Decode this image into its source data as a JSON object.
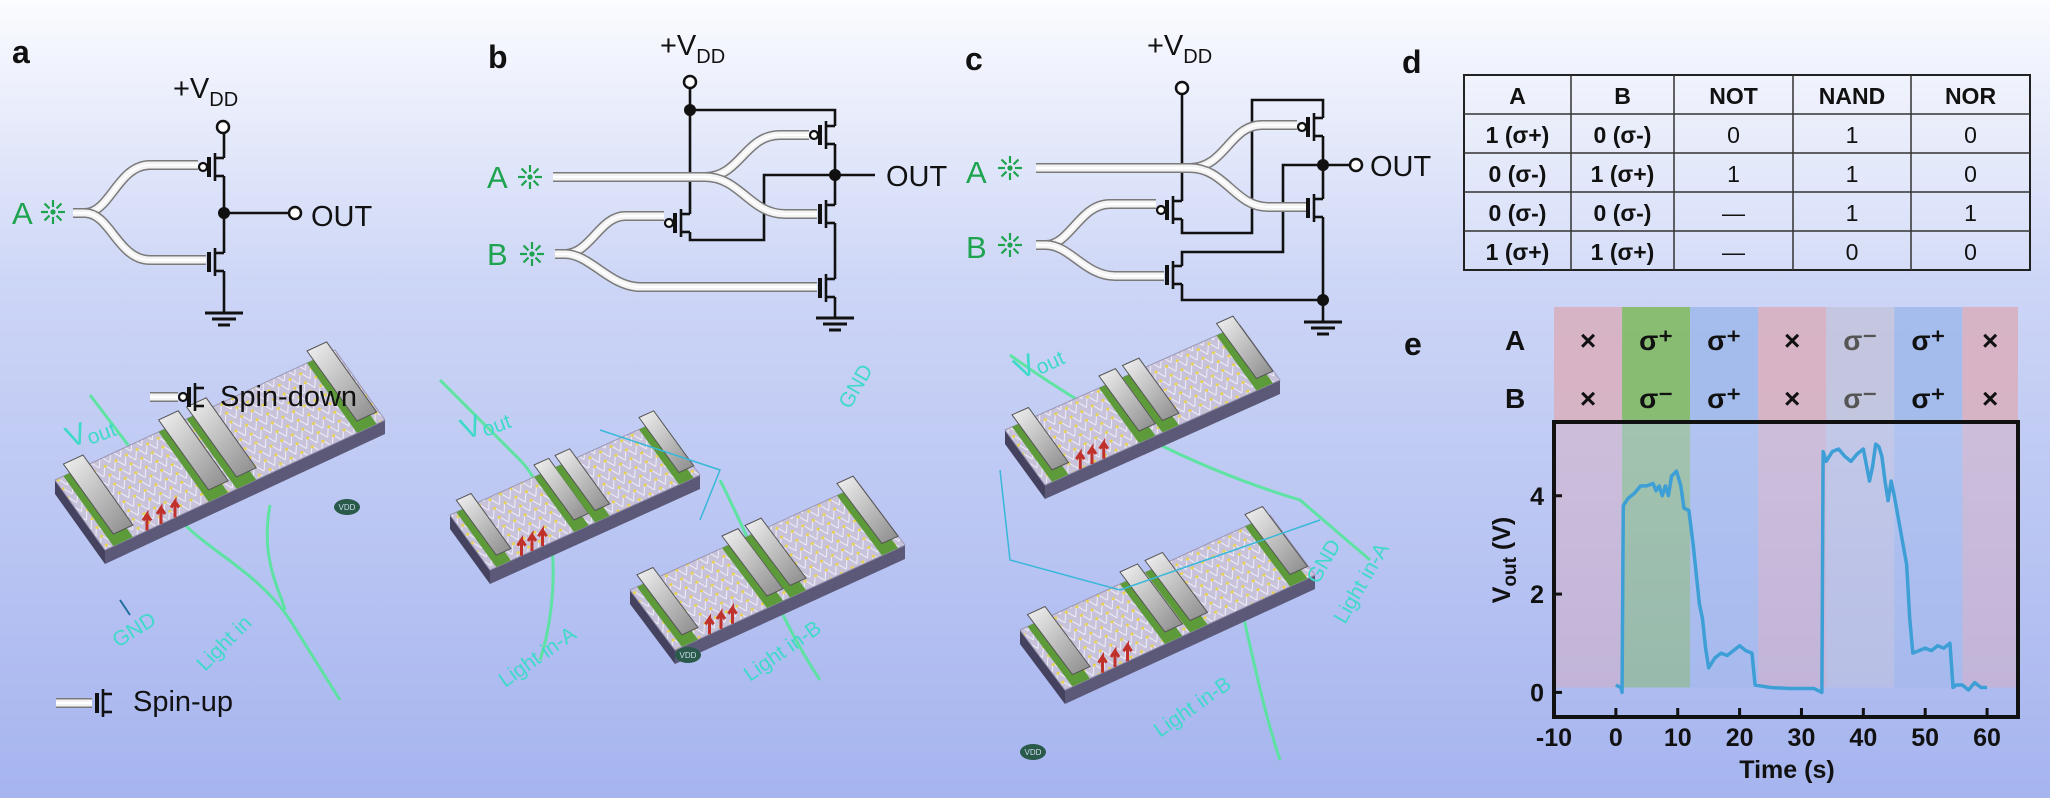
{
  "colors": {
    "input_green": "#1ea34f",
    "label_cyan": "#3fd9c9",
    "trace": "#3d9fd6",
    "band_none": "#d9aebc",
    "band_green": "#7cb95a",
    "band_blue": "#9db8ea",
    "band_gray": "#c3c4da"
  },
  "panel_a": {
    "letter": "a",
    "vdd": {
      "main": "+V",
      "sub": "DD"
    },
    "input": "A",
    "out": "OUT",
    "device": {
      "vout": {
        "main": "V",
        "sub": "out"
      },
      "gnd": "GND",
      "light": "Light in",
      "vdd": "VDD"
    },
    "legend": {
      "spin_down": "Spin-down",
      "spin_up": "Spin-up"
    }
  },
  "panel_b": {
    "letter": "b",
    "vdd": {
      "main": "+V",
      "sub": "DD"
    },
    "input_a": "A",
    "input_b": "B",
    "out": "OUT",
    "device": {
      "vout": {
        "main": "V",
        "sub": "out"
      },
      "gnd": "GND",
      "light_a": "Light in-A",
      "light_b": "Light in-B",
      "vdd": "VDD"
    }
  },
  "panel_c": {
    "letter": "c",
    "vdd": {
      "main": "+V",
      "sub": "DD"
    },
    "input_a": "A",
    "input_b": "B",
    "out": "OUT",
    "device": {
      "vout": {
        "main": "V",
        "sub": "out"
      },
      "gnd": "GND",
      "light_a": "Light in-A",
      "light_b": "Light in-B",
      "vdd": "VDD"
    }
  },
  "panel_d": {
    "letter": "d",
    "table": {
      "headers": [
        "A",
        "B",
        "NOT",
        "NAND",
        "NOR"
      ],
      "rows": [
        [
          "1 (σ+)",
          "0 (σ-)",
          "0",
          "1",
          "0"
        ],
        [
          "0 (σ-)",
          "1 (σ+)",
          "1",
          "1",
          "0"
        ],
        [
          "0 (σ-)",
          "0 (σ-)",
          "—",
          "1",
          "1"
        ],
        [
          "1 (σ+)",
          "1 (σ+)",
          "—",
          "0",
          "0"
        ]
      ]
    }
  },
  "panel_e": {
    "letter": "e",
    "row_a": "A",
    "row_b": "B"
  },
  "chart_data": {
    "type": "line",
    "xlabel": "Time (s)",
    "ylabel": {
      "main": "V",
      "sub": "out",
      "unit": " (V)"
    },
    "xlim": [
      -10,
      65
    ],
    "ylim": [
      -0.5,
      5.5
    ],
    "xticks": [
      -10,
      0,
      10,
      20,
      30,
      40,
      50,
      60
    ],
    "yticks": [
      0,
      2,
      4
    ],
    "grid": false,
    "bands": [
      {
        "from": -10,
        "to": 1,
        "a": "×",
        "b": "×",
        "color": "none"
      },
      {
        "from": 1,
        "to": 12,
        "a": "σ⁺",
        "b": "σ⁻",
        "color": "green"
      },
      {
        "from": 12,
        "to": 23,
        "a": "σ⁺",
        "b": "σ⁺",
        "color": "blue"
      },
      {
        "from": 23,
        "to": 34,
        "a": "×",
        "b": "×",
        "color": "none"
      },
      {
        "from": 34,
        "to": 45,
        "a": "σ⁻",
        "b": "σ⁻",
        "color": "gray"
      },
      {
        "from": 45,
        "to": 56,
        "a": "σ⁺",
        "b": "σ⁺",
        "color": "blue"
      },
      {
        "from": 56,
        "to": 65,
        "a": "×",
        "b": "×",
        "color": "none"
      }
    ],
    "x": [
      0,
      0.8,
      1,
      1.2,
      2,
      3,
      4,
      5,
      6,
      6.5,
      7,
      7.5,
      8,
      8.5,
      9,
      9.8,
      10.5,
      11,
      11.8,
      12.5,
      13,
      13.5,
      14,
      14.5,
      15,
      16,
      17,
      18,
      19,
      20,
      21,
      22,
      22.5,
      25,
      28,
      32,
      33.3,
      33.5,
      34,
      35,
      36,
      37,
      38,
      39,
      40,
      41,
      41.5,
      42,
      42.5,
      43,
      43.5,
      44,
      44.5,
      45,
      46,
      47,
      47.5,
      48,
      49,
      50,
      51,
      52,
      53,
      54,
      54.5,
      55,
      56,
      57,
      58,
      59,
      60
    ],
    "y": [
      0.15,
      0.1,
      0.0,
      3.8,
      3.95,
      4.05,
      4.2,
      4.2,
      4.25,
      4.1,
      4.2,
      4.0,
      4.2,
      4.0,
      4.4,
      4.5,
      4.2,
      3.75,
      3.7,
      3.0,
      2.4,
      1.8,
      1.5,
      0.9,
      0.5,
      0.7,
      0.8,
      0.75,
      0.85,
      0.95,
      0.85,
      0.8,
      0.15,
      0.1,
      0.08,
      0.08,
      0.0,
      4.9,
      4.7,
      4.9,
      4.95,
      4.8,
      4.7,
      4.85,
      4.95,
      4.3,
      4.6,
      5.05,
      5.0,
      4.8,
      4.3,
      3.9,
      4.3,
      4.0,
      3.3,
      2.6,
      1.5,
      0.8,
      0.85,
      0.9,
      0.85,
      0.95,
      0.9,
      1.0,
      0.1,
      0.15,
      0.15,
      0.05,
      0.2,
      0.1,
      0.1
    ]
  }
}
